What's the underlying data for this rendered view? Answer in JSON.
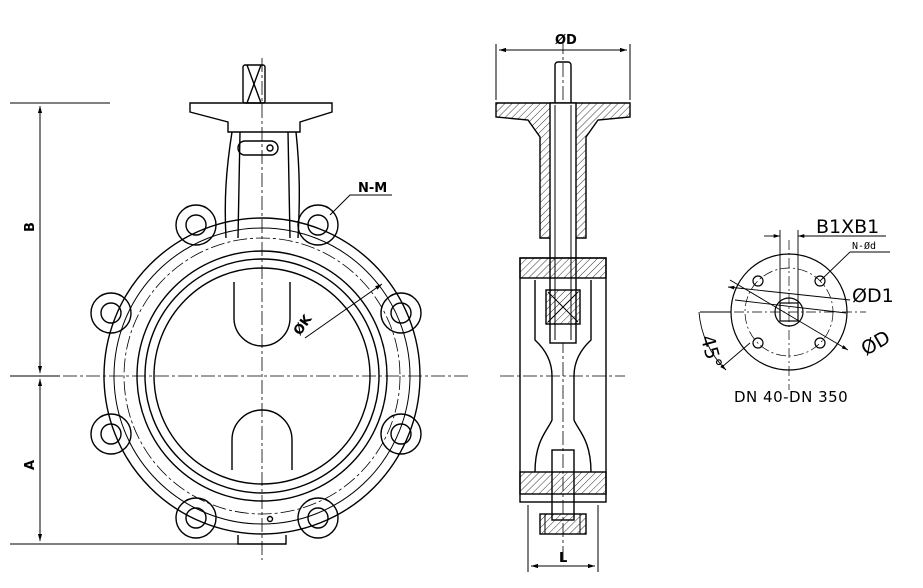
{
  "front_view": {
    "dim_height_upper": "B",
    "dim_height_lower": "A",
    "bolt_thread_label": "N-M",
    "bolt_circle_label": "ØK"
  },
  "side_view": {
    "dim_flange_dia": "ØD",
    "dim_face_width": "L"
  },
  "top_flange_view": {
    "dim_square_drive": "B1XB1",
    "dim_hole_count": "N-Ød",
    "dim_pcd": "ØD1",
    "dim_outer_dia": "ØD",
    "angle_label": "45°",
    "size_range_note": "DN 40-DN 350"
  }
}
